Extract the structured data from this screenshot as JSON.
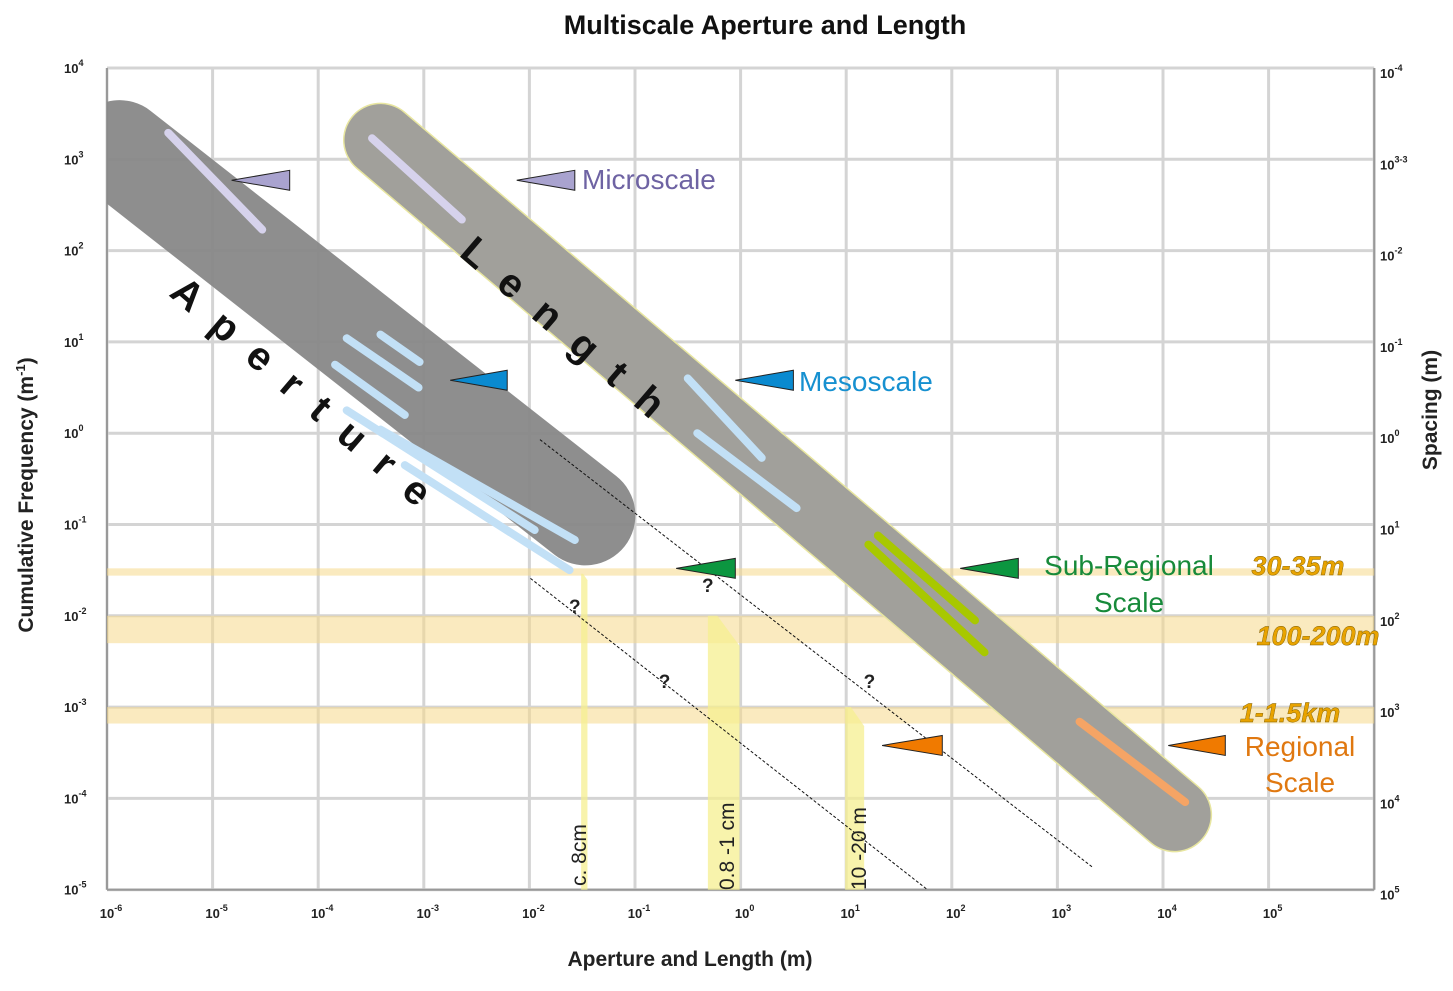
{
  "chart_data": {
    "type": "diagram-loglog",
    "title": "Multiscale Aperture and Length",
    "xlabel": "Aperture and Length (m)",
    "ylabel": "Cumulative Frequency (m",
    "ylabel_sup": "-1",
    "ylabel_end": ")",
    "y2label": "Spacing (m)",
    "x_log_range": [
      -6,
      6
    ],
    "y_log_range": [
      -5,
      4
    ],
    "x_ticks": [
      {
        "base": "10",
        "exp": "-6"
      },
      {
        "base": "10",
        "exp": "-5"
      },
      {
        "base": "10",
        "exp": "-4"
      },
      {
        "base": "10",
        "exp": "-3"
      },
      {
        "base": "10",
        "exp": "-2"
      },
      {
        "base": "10",
        "exp": "-1"
      },
      {
        "base": "10",
        "exp": "0"
      },
      {
        "base": "10",
        "exp": "1"
      },
      {
        "base": "10",
        "exp": "2"
      },
      {
        "base": "10",
        "exp": "3"
      },
      {
        "base": "10",
        "exp": "4"
      },
      {
        "base": "10",
        "exp": "5"
      }
    ],
    "y_ticks": [
      {
        "base": "10",
        "exp": "4"
      },
      {
        "base": "10",
        "exp": "3"
      },
      {
        "base": "10",
        "exp": "2"
      },
      {
        "base": "10",
        "exp": "1"
      },
      {
        "base": "10",
        "exp": "0"
      },
      {
        "base": "10",
        "exp": "-1"
      },
      {
        "base": "10",
        "exp": "-2"
      },
      {
        "base": "10",
        "exp": "-3"
      },
      {
        "base": "10",
        "exp": "-4"
      },
      {
        "base": "10",
        "exp": "-5"
      }
    ],
    "y2_ticks": [
      {
        "base": "10",
        "exp": "-4"
      },
      {
        "base": "10",
        "exp": "3-3"
      },
      {
        "base": "10",
        "exp": "-2"
      },
      {
        "base": "10",
        "exp": "-1"
      },
      {
        "base": "10",
        "exp": "0"
      },
      {
        "base": "10",
        "exp": "1"
      },
      {
        "base": "10",
        "exp": "2"
      },
      {
        "base": "10",
        "exp": "3"
      },
      {
        "base": "10",
        "exp": "4"
      },
      {
        "base": "10",
        "exp": "5"
      }
    ],
    "bands": [
      {
        "name": "aperture",
        "label": "Aperture",
        "from": [
          -5.88,
          3.1
        ],
        "to": [
          -1.47,
          -0.9
        ],
        "color": "#888888"
      },
      {
        "name": "length",
        "label": "Length",
        "from": [
          -3.41,
          3.21
        ],
        "to": [
          4.11,
          -4.18
        ],
        "color": "#9a9a9a"
      }
    ],
    "segments": [
      {
        "scale": "micro",
        "from": [
          -5.42,
          3.29
        ],
        "to": [
          -4.53,
          2.23
        ],
        "color": "#d6d2ec"
      },
      {
        "scale": "micro",
        "from": [
          -3.49,
          3.23
        ],
        "to": [
          -2.64,
          2.34
        ],
        "color": "#d6d2ec"
      },
      {
        "scale": "meso",
        "from": [
          -3.73,
          1.04
        ],
        "to": [
          -3.05,
          0.5
        ],
        "color": "#c2e0f6"
      },
      {
        "scale": "meso",
        "from": [
          -3.41,
          1.08
        ],
        "to": [
          -3.04,
          0.78
        ],
        "color": "#c2e0f6"
      },
      {
        "scale": "meso",
        "from": [
          -3.84,
          0.75
        ],
        "to": [
          -3.18,
          0.2
        ],
        "color": "#c2e0f6"
      },
      {
        "scale": "meso",
        "from": [
          -3.73,
          0.25
        ],
        "to": [
          -1.95,
          -1.06
        ],
        "color": "#c2e0f6"
      },
      {
        "scale": "meso",
        "from": [
          -3.18,
          -0.35
        ],
        "to": [
          -1.62,
          -1.5
        ],
        "color": "#c2e0f6"
      },
      {
        "scale": "meso",
        "from": [
          -3.41,
          0.04
        ],
        "to": [
          -1.57,
          -1.17
        ],
        "color": "#c2e0f6"
      },
      {
        "scale": "meso",
        "from": [
          -0.5,
          0.6
        ],
        "to": [
          0.2,
          -0.27
        ],
        "color": "#c2e0f6"
      },
      {
        "scale": "meso",
        "from": [
          -0.41,
          0.0
        ],
        "to": [
          0.53,
          -0.82
        ],
        "color": "#c2e0f6"
      },
      {
        "scale": "sub-regional",
        "from": [
          1.21,
          -1.22
        ],
        "to": [
          2.31,
          -2.4
        ],
        "color": "#a8c800"
      },
      {
        "scale": "sub-regional",
        "from": [
          1.3,
          -1.12
        ],
        "to": [
          2.22,
          -2.05
        ],
        "color": "#a8c800"
      },
      {
        "scale": "regional",
        "from": [
          3.21,
          -3.16
        ],
        "to": [
          4.21,
          -4.04
        ],
        "color": "#f5a465"
      }
    ],
    "dashed_lines": [
      {
        "from": [
          -1.9,
          -0.07
        ],
        "to": [
          3.34,
          -4.76
        ]
      },
      {
        "from": [
          -1.99,
          -1.59
        ],
        "to": [
          1.77,
          -5.0
        ]
      }
    ],
    "spacing_bands": [
      {
        "label": "30-35m",
        "y_log": [
          -1.48,
          -1.56
        ]
      },
      {
        "label": "100-200m",
        "y_log": [
          -2.0,
          -2.3
        ]
      },
      {
        "label": "1-1.5km",
        "y_log": [
          -3.0,
          -3.18
        ]
      }
    ],
    "aperture_bars": [
      {
        "label": "c. 8cm",
        "x_log": [
          -1.51,
          -1.45
        ],
        "top_log": -1.54
      },
      {
        "label": "0.8 -1 cm",
        "x_log": [
          -0.31,
          -0.01
        ],
        "top_log": -2.0
      },
      {
        "label": "10 -20 m",
        "x_log": [
          0.99,
          1.17
        ],
        "top_log": -3.0
      }
    ],
    "markers": [
      {
        "tip_x": -4.82,
        "base_x": -4.27,
        "y": 2.77,
        "color": "#a9a3cf"
      },
      {
        "tip_x": -2.12,
        "base_x": -1.57,
        "y": 2.77,
        "color": "#a9a3cf"
      },
      {
        "tip_x": -2.75,
        "base_x": -2.21,
        "y": 0.58,
        "color": "#0a8ad0"
      },
      {
        "tip_x": -0.05,
        "base_x": 0.5,
        "y": 0.58,
        "color": "#0a8ad0"
      },
      {
        "tip_x": -0.61,
        "base_x": -0.05,
        "y": -1.48,
        "color": "#0c9640"
      },
      {
        "tip_x": 2.08,
        "base_x": 2.63,
        "y": -1.48,
        "color": "#0c9640"
      },
      {
        "tip_x": 1.34,
        "base_x": 1.91,
        "y": -3.42,
        "color": "#f07a00"
      },
      {
        "tip_x": 4.05,
        "base_x": 4.59,
        "y": -3.42,
        "color": "#f07a00"
      }
    ],
    "question_marks": [
      {
        "text": "?",
        "pos": [
          -1.57,
          -1.97
        ]
      },
      {
        "text": "?",
        "pos": [
          -0.31,
          -1.74
        ]
      },
      {
        "text": "?",
        "pos": [
          -0.72,
          -2.79
        ]
      },
      {
        "text": "?",
        "pos": [
          1.22,
          -2.79
        ]
      }
    ],
    "scale_labels": {
      "micro": "Microscale",
      "meso": "Mesoscale",
      "subregional_1": "Sub-Regional",
      "subregional_2": "Scale",
      "regional_1": "Regional",
      "regional_2": "Scale"
    },
    "colors": {
      "micro": "#6e63a3",
      "meso": "#1690d0",
      "subregional": "#178a3a",
      "regional": "#e07810",
      "range": "#e8a300"
    }
  }
}
